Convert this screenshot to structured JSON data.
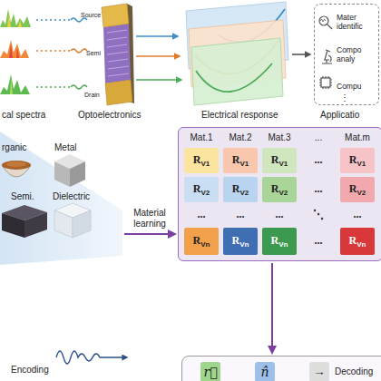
{
  "diagram": {
    "nodes": [
      {
        "text": [
          "Applicatio",
          "Mater identific",
          "Compo analy",
          "Compu",
          "⋮"
        ]
      },
      {
        "text": [
          "rganic",
          "Metal",
          "Semi.",
          "Dielectric"
        ]
      },
      {
        "text": [
          "Mat.1",
          "Mat.2",
          "Mat.3",
          "...",
          "Mat.m"
        ]
      },
      {
        "text": [
          "R",
          "V1"
        ],
        "in": 2
      },
      {
        "text": [
          "R",
          "V1"
        ],
        "in": 2
      },
      {
        "text": [
          "R",
          "V1"
        ],
        "in": 2
      },
      {
        "text": [
          "..."
        ],
        "in": 2
      },
      {
        "text": [
          "R",
          "V1"
        ],
        "in": 2
      },
      {
        "text": [
          "R",
          "V2"
        ],
        "in": 2
      },
      {
        "text": [
          "R",
          "V2"
        ],
        "in": 2
      },
      {
        "text": [
          "R",
          "V2"
        ],
        "in": 2
      },
      {
        "text": [
          "..."
        ],
        "in": 2
      },
      {
        "text": [
          "R",
          "V2"
        ],
        "in": 2
      },
      {
        "text": [
          "..."
        ],
        "in": 2
      },
      {
        "text": [
          "..."
        ],
        "in": 2
      },
      {
        "text": [
          "..."
        ],
        "in": 2
      },
      {
        "text": [
          "⋱"
        ],
        "in": 2
      },
      {
        "text": [
          "..."
        ],
        "in": 2
      },
      {
        "text": [
          "R",
          "Vn"
        ],
        "in": 2
      },
      {
        "text": [
          "R",
          "Vn"
        ],
        "in": 2
      },
      {
        "text": [
          "R",
          "Vn"
        ],
        "in": 2
      },
      {
        "text": [
          "..."
        ],
        "in": 2
      },
      {
        "text": [
          "R",
          "Vn"
        ],
        "in": 2
      },
      {
        "text": [
          "Decoding"
        ]
      },
      {
        "text": [
          "r⃗"
        ],
        "in": 23
      },
      {
        "text": [
          "n̂"
        ],
        "in": 23
      },
      {
        "text": [
          "→"
        ],
        "in": 23
      }
    ],
    "edges": [
      {
        "from": 1,
        "to": 2,
        "arrow": "to",
        "label": "Material learning"
      },
      {
        "from": 2,
        "to": 23,
        "arrow": "to"
      }
    ],
    "labels": [
      "cal spectra",
      "Source",
      "Semi",
      "Drain",
      "Optoelectronics",
      "Electrical response",
      "Encoding"
    ]
  }
}
